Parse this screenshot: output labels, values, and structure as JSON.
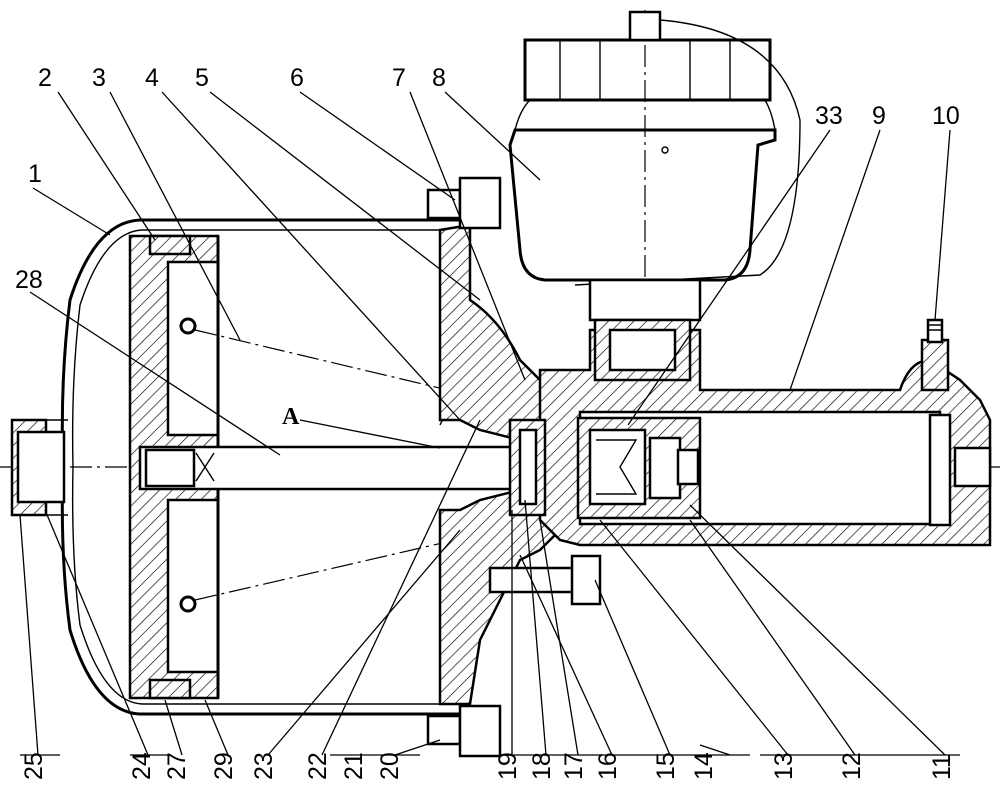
{
  "part_labels_top": [
    "1",
    "2",
    "3",
    "4",
    "5",
    "6",
    "7",
    "8",
    "33",
    "9",
    "10",
    "28"
  ],
  "part_labels_bottom": [
    "25",
    "24",
    "27",
    "29",
    "23",
    "22",
    "21",
    "20",
    "19",
    "18",
    "17",
    "16",
    "15",
    "14",
    "13",
    "12",
    "11"
  ],
  "detail_label": "A"
}
